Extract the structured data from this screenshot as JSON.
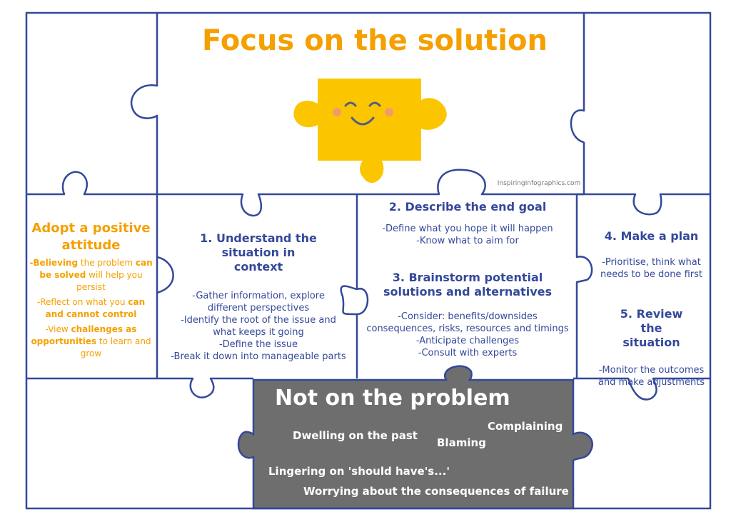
{
  "title": "Focus on the solution",
  "watermark": "InspiringInfographics.com",
  "positive": {
    "heading": "Adopt a positive attitude",
    "items": [
      {
        "a": "-Believing",
        "b": " the problem ",
        "c": "can be solved",
        "d": " will help you persist"
      },
      {
        "a": "-Reflect on what you ",
        "b": "can and cannot control"
      },
      {
        "a": "-View ",
        "b": "challenges as opportunities",
        "c": " to learn and grow"
      }
    ]
  },
  "steps": [
    {
      "heading": "1. Understand the situation in context",
      "items": [
        "-Gather information, explore different perspectives",
        "-Identify the root of the issue and what keeps it going",
        "-Define the issue",
        "-Break it down into manageable parts"
      ]
    },
    {
      "heading": "2. Describe the end goal",
      "items": [
        "-Define what you hope it will happen",
        "-Know what to aim for"
      ]
    },
    {
      "heading": "3. Brainstorm potential solutions and alternatives",
      "items": [
        "-Consider: benefits/downsides consequences, risks, resources and timings",
        "-Anticipate challenges",
        "-Consult with experts"
      ]
    },
    {
      "heading": "4. Make a plan",
      "items": [
        "-Prioritise, think what needs to be done first"
      ]
    },
    {
      "heading": "5. Review the situation",
      "items": [
        "-Monitor the outcomes and make adjustments"
      ]
    }
  ],
  "problem": {
    "heading": "Not on the problem",
    "items": [
      "Dwelling on the past",
      "Blaming",
      "Complaining",
      "Lingering on 'should have's...'",
      "Worrying about the consequences of failure"
    ]
  },
  "colors": {
    "blue": "#34489a",
    "orange": "#f5a000",
    "yellow": "#fbc600",
    "gray": "#6e6e6e"
  }
}
